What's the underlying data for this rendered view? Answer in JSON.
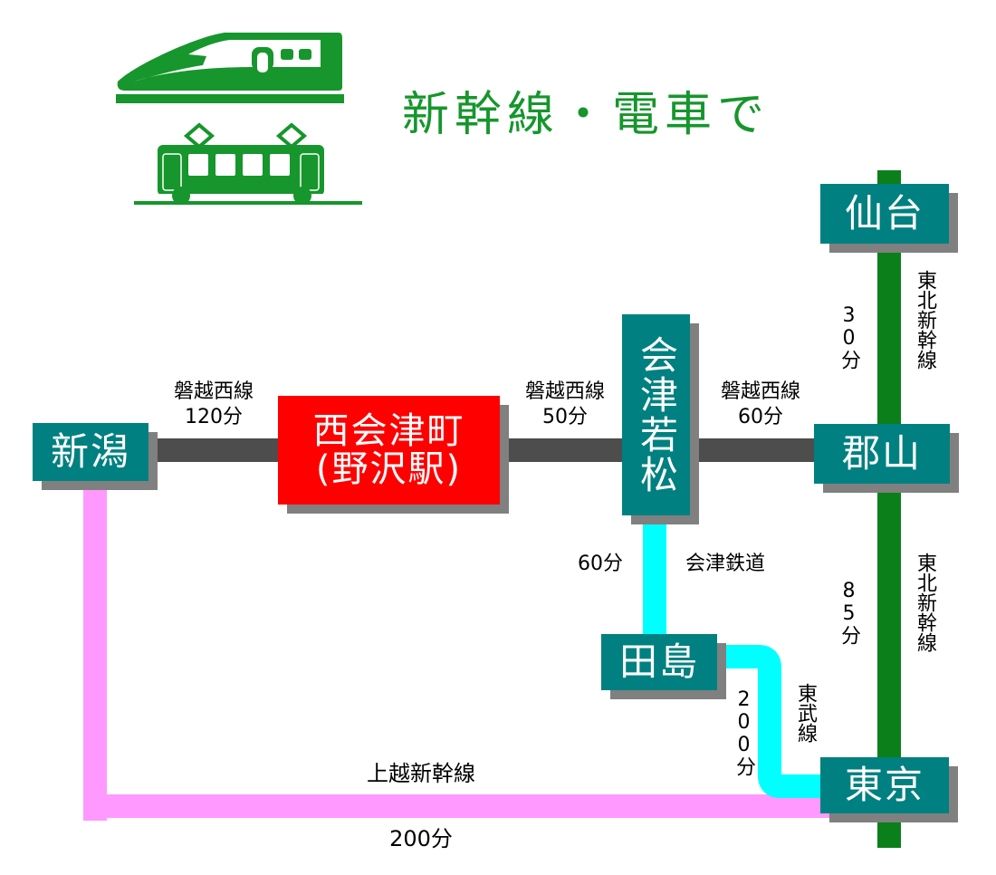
{
  "title": "新幹線・電車で",
  "icons": [
    "shinkansen-icon",
    "train-icon"
  ],
  "colors": {
    "station": "#008080",
    "highlight_station": "#ff0000",
    "banetsu_line": "#4d4d4d",
    "tohoku_line": "#0a7f1a",
    "joetsu_line": "#ff99ff",
    "aizu_tobu_line": "#00ffff",
    "title": "#16962c"
  },
  "stations": {
    "sendai": "仙台",
    "niigata": "新潟",
    "nishiaizu": "西会津町\n(野沢駅)",
    "aizuwakamatsu": "会津若松",
    "koriyama": "郡山",
    "tajima": "田島",
    "tokyo": "東京"
  },
  "segments": {
    "niigata_nishiaizu": {
      "line": "磐越西線",
      "time": "120分"
    },
    "nishiaizu_aizuwakamatsu": {
      "line": "磐越西線",
      "time": "50分"
    },
    "aizuwakamatsu_koriyama": {
      "line": "磐越西線",
      "time": "60分"
    },
    "sendai_koriyama": {
      "line": "東北新幹線",
      "time": "30分"
    },
    "koriyama_tokyo": {
      "line": "東北新幹線",
      "time": "85分"
    },
    "aizuwakamatsu_tajima": {
      "line": "会津鉄道",
      "time": "60分"
    },
    "tajima_tokyo": {
      "line": "東武線",
      "time": "200分"
    },
    "niigata_tokyo": {
      "line": "上越新幹線",
      "time": "200分"
    }
  }
}
